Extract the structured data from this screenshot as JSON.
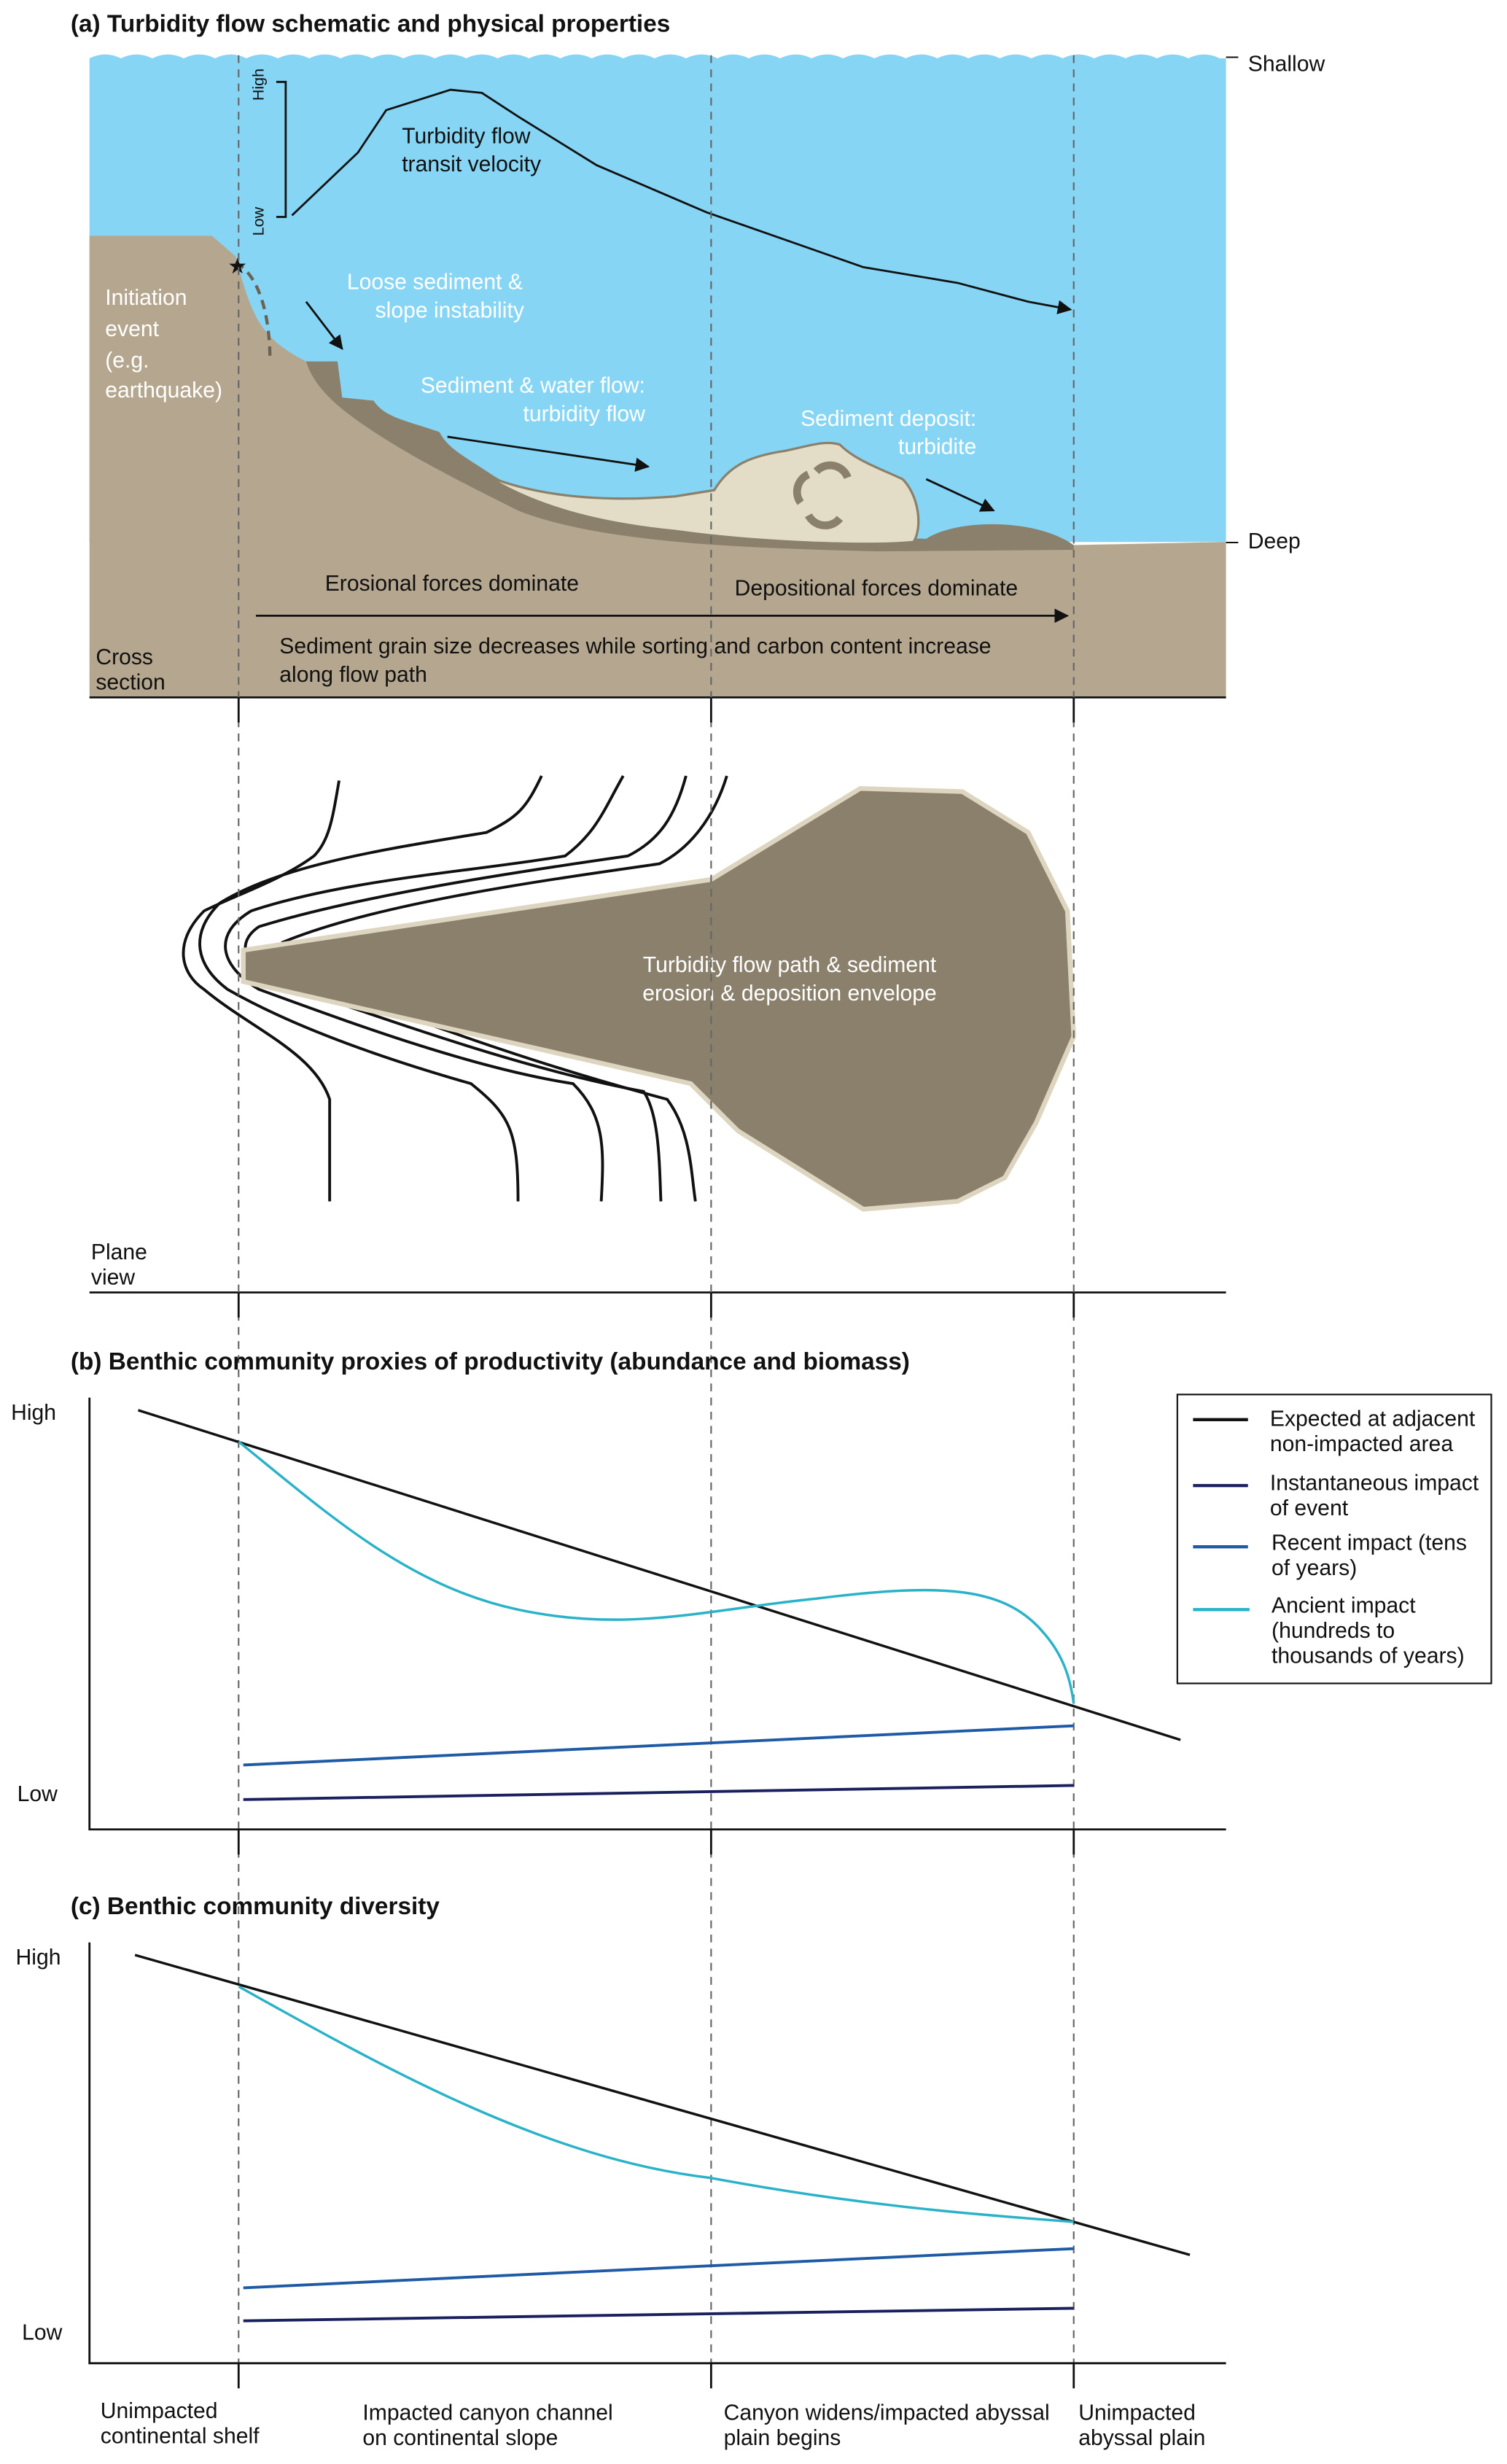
{
  "panel_a": {
    "title": "(a) Turbidity flow schematic and physical properties",
    "shallow": "Shallow",
    "deep": "Deep",
    "velocity_high": "High",
    "velocity_low": "Low",
    "velocity_label": [
      "Turbidity flow",
      "transit velocity"
    ],
    "initiation": [
      "Initiation",
      "event",
      "(e.g.",
      "earthquake)"
    ],
    "loose_sediment": [
      "Loose sediment &",
      "slope instability"
    ],
    "sediment_flow": [
      "Sediment & water flow:",
      "turbidity flow"
    ],
    "deposit": [
      "Sediment deposit:",
      "turbidite"
    ],
    "erosional": "Erosional forces dominate",
    "depositional": "Depositional forces dominate",
    "grain_size": [
      "Sediment grain size decreases while sorting and carbon content increase",
      "along flow path"
    ],
    "cross_section": [
      "Cross",
      "section"
    ],
    "envelope": [
      "Turbidity flow path & sediment",
      "erosion & deposition envelope"
    ],
    "plane_view": [
      "Plane",
      "view"
    ]
  },
  "panel_b": {
    "title": "(b) Benthic community proxies of productivity (abundance and biomass)",
    "high": "High",
    "low": "Low"
  },
  "panel_c": {
    "title": "(c) Benthic community diversity",
    "high": "High",
    "low": "Low"
  },
  "legend": [
    {
      "lines": [
        "Expected at adjacent",
        "non-impacted area"
      ],
      "color": "#111111"
    },
    {
      "lines": [
        "Instantaneous impact",
        "of event"
      ],
      "color": "#1a1f5e"
    },
    {
      "lines": [
        "Recent impact (tens",
        "of years)"
      ],
      "color": "#1f5aa6"
    },
    {
      "lines": [
        "Ancient impact",
        "(hundreds to",
        "thousands of years)"
      ],
      "color": "#2ab3c8"
    }
  ],
  "zones": [
    [
      "Unimpacted",
      "continental shelf"
    ],
    [
      "Impacted canyon channel",
      "on continental slope"
    ],
    [
      "Canyon widens/impacted abyssal",
      "plain begins"
    ],
    [
      "Unimpacted",
      "abyssal plain"
    ]
  ],
  "colors": {
    "water": "#87d5f5",
    "ground": "#b5a78f",
    "sediment": "#8a806c",
    "turbidite": "#e3dcc6"
  }
}
